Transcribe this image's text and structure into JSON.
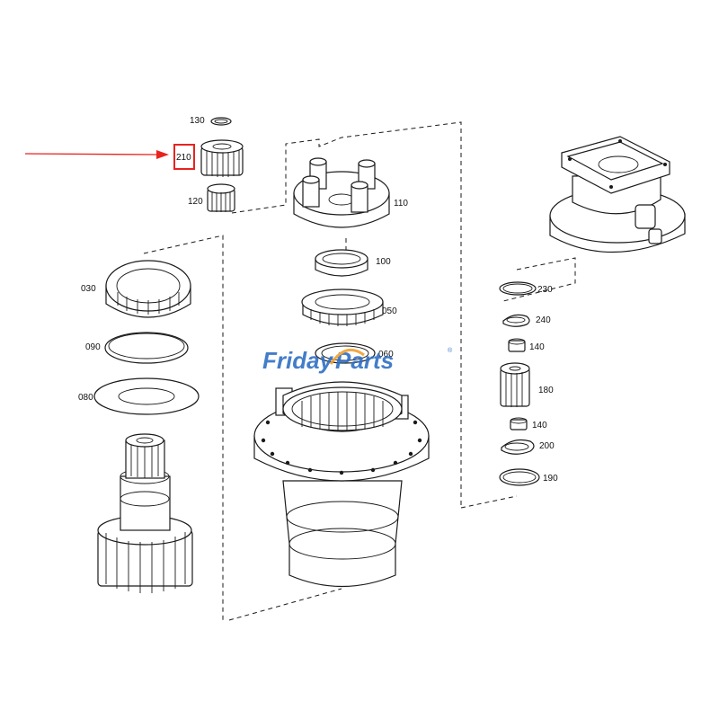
{
  "watermark": {
    "part1": "Friday",
    "part2": "Parts",
    "mark": "®"
  },
  "colors": {
    "highlight": "#e8231f",
    "watermark_blue": "#2f6fc4",
    "watermark_orange": "#f0a030"
  },
  "labels": {
    "p130": "130",
    "p210": "210",
    "p120": "120",
    "p110": "110",
    "p100": "100",
    "p050": "050",
    "p060": "060",
    "p030": "030",
    "p090": "090",
    "p080": "080",
    "p230": "230",
    "p240": "240",
    "p140a": "140",
    "p180": "180",
    "p140b": "140",
    "p200": "200",
    "p190": "190"
  },
  "highlighted_part": "210"
}
